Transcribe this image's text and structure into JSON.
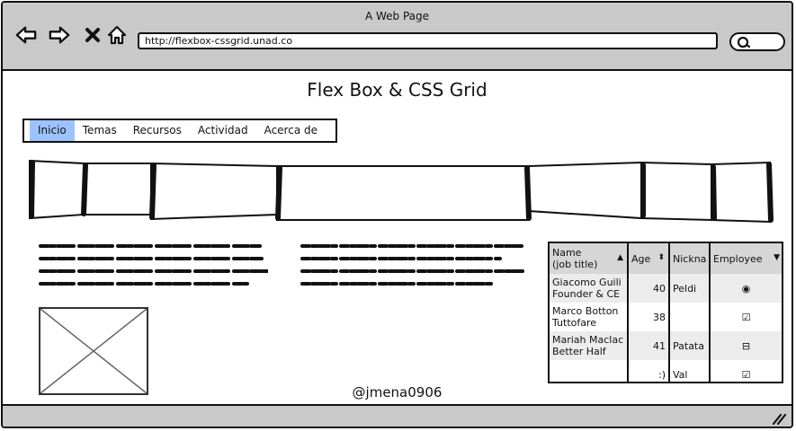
{
  "window": {
    "title": "A Web Page"
  },
  "browser": {
    "url": "http://flexbox-cssgrid.unad.co"
  },
  "page": {
    "title": "Flex Box & CSS Grid",
    "footer": "@jmena0906"
  },
  "nav": {
    "items": [
      {
        "label": "Inicio",
        "active": true
      },
      {
        "label": "Temas"
      },
      {
        "label": "Recursos"
      },
      {
        "label": "Actividad"
      },
      {
        "label": "Acerca de"
      }
    ]
  },
  "grid": {
    "columns": [
      {
        "label": "Name",
        "label2": "(job title)",
        "sort": "▲"
      },
      {
        "label": "Age",
        "sort": "⬍"
      },
      {
        "label": "Nickna"
      },
      {
        "label": "Employee",
        "sort": "▼"
      }
    ],
    "rows": [
      {
        "name": "Giacomo Guili",
        "title": "Founder & CE",
        "age": "40",
        "nick": "Peldi",
        "employee": "◉"
      },
      {
        "name": "Marco Botton",
        "title": "Tuttofare",
        "age": "38",
        "nick": "",
        "employee": "☑"
      },
      {
        "name": "Mariah Maclac",
        "title": "Better Half",
        "age": "41",
        "nick": "Patata",
        "employee": "⊟"
      },
      {
        "name": "",
        "title": "",
        "age": ":)",
        "nick": "Val",
        "employee": "☑"
      }
    ]
  },
  "icons": {
    "back": "back-arrow-icon",
    "forward": "forward-arrow-icon",
    "stop": "close-icon",
    "home": "home-icon",
    "search": "search-icon"
  }
}
